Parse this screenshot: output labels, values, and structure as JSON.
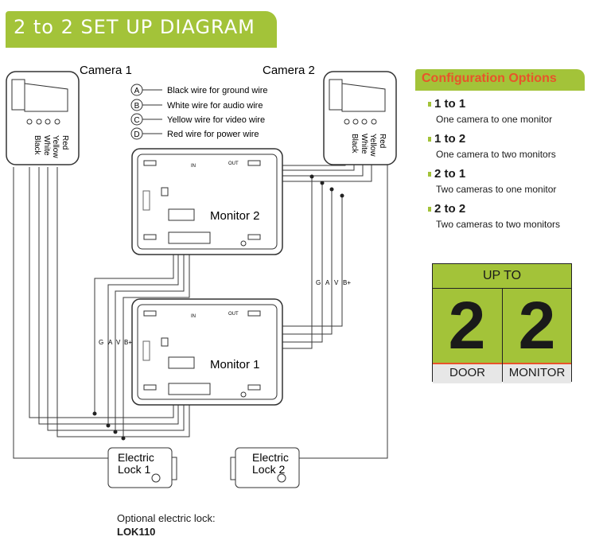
{
  "title": "2 to 2 SET UP DIAGRAM",
  "colors": {
    "brand_green": "#a3c339",
    "accent_orange": "#e8542a",
    "line": "#3a3a3a"
  },
  "cameras": [
    {
      "label": "Camera 1",
      "wires": [
        "Black",
        "White",
        "Yellow",
        "Red"
      ]
    },
    {
      "label": "Camera 2",
      "wires": [
        "Black",
        "White",
        "Yellow",
        "Red"
      ]
    }
  ],
  "legend": [
    {
      "letter": "A",
      "text": "Black wire for ground wire"
    },
    {
      "letter": "B",
      "text": "White wire for audio wire"
    },
    {
      "letter": "C",
      "text": "Yellow wire for video wire"
    },
    {
      "letter": "D",
      "text": "Red wire for power wire"
    }
  ],
  "monitors": [
    {
      "label": "Monitor 2"
    },
    {
      "label": "Monitor 1"
    }
  ],
  "monitor_tags": {
    "in": "IN",
    "out": "OUT"
  },
  "bus_labels": [
    "G",
    "A",
    "V",
    "B+"
  ],
  "locks": [
    {
      "line1": "Electric",
      "line2": "Lock 1"
    },
    {
      "line1": "Electric",
      "line2": "Lock 2"
    }
  ],
  "config": {
    "title": "Configuration Options",
    "options": [
      {
        "label": "1 to 1",
        "desc": "One camera to one monitor"
      },
      {
        "label": "1 to 2",
        "desc": "One camera to two monitors"
      },
      {
        "label": "2 to 1",
        "desc": "Two cameras to one monitor"
      },
      {
        "label": "2 to 2",
        "desc": "Two cameras to two monitors"
      }
    ]
  },
  "badge": {
    "header": "UP TO",
    "door_count": "2",
    "monitor_count": "2",
    "door_label": "DOOR",
    "monitor_label": "MONITOR"
  },
  "optional_lock": {
    "text": "Optional electric lock:",
    "model": "LOK110"
  }
}
